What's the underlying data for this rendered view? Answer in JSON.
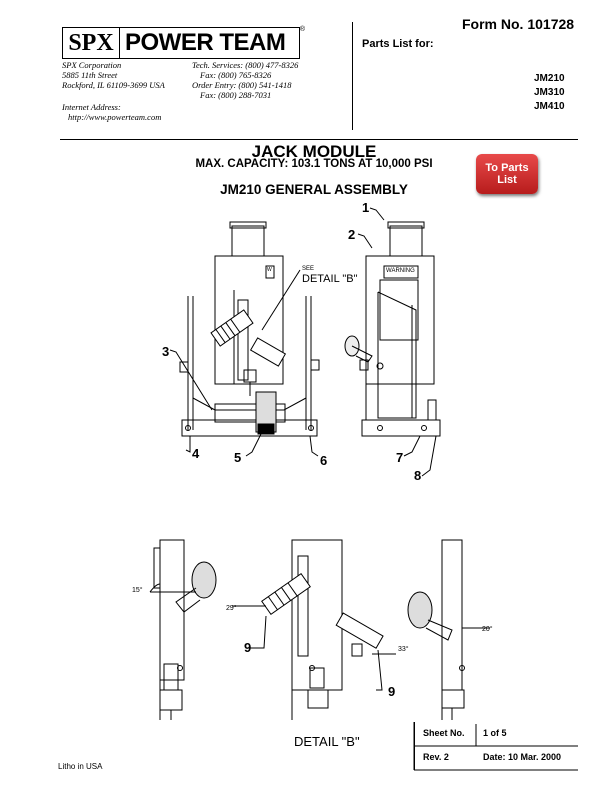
{
  "header": {
    "form_no": "Form No. 101728",
    "parts_list_for": "Parts List for:",
    "models": [
      "JM210",
      "JM310",
      "JM410"
    ],
    "logo_spx": "SPX",
    "logo_brand": "POWER TEAM",
    "logo_reg": "®"
  },
  "address": {
    "company": "SPX Corporation",
    "street": "5885 11th Street",
    "city": "Rockford, IL 61109-3699 USA",
    "internet_label": "Internet Address:",
    "url": "http://www.powerteam.com"
  },
  "contacts": {
    "tech": "Tech. Services: (800) 477-8326",
    "tech_fax": "Fax: (800) 765-8326",
    "order": "Order Entry: (800) 541-1418",
    "order_fax": "Fax: (800) 288-7031"
  },
  "title": {
    "main": "JACK MODULE",
    "capacity": "MAX. CAPACITY: 103.1 TONS AT 10,000 PSI",
    "assembly": "JM210 GENERAL ASSEMBLY"
  },
  "button": {
    "line1": "To Parts",
    "line2": "List",
    "color": "#c62828"
  },
  "diagram": {
    "callouts": [
      "1",
      "2",
      "3",
      "4",
      "5",
      "6",
      "7",
      "8",
      "9",
      "9"
    ],
    "see": "SEE",
    "detail_ref": "DETAIL \"B\"",
    "warning_short": "W",
    "warning": "WARNING",
    "angles": [
      "15°",
      "29°",
      "33°",
      "20°"
    ],
    "detail_caption": "DETAIL \"B\""
  },
  "sheet": {
    "sheet_label": "Sheet No.",
    "sheet_value": "1 of 5",
    "rev": "Rev. 2",
    "date": "Date: 10 Mar. 2000"
  },
  "footer": {
    "litho": "Litho in USA"
  }
}
